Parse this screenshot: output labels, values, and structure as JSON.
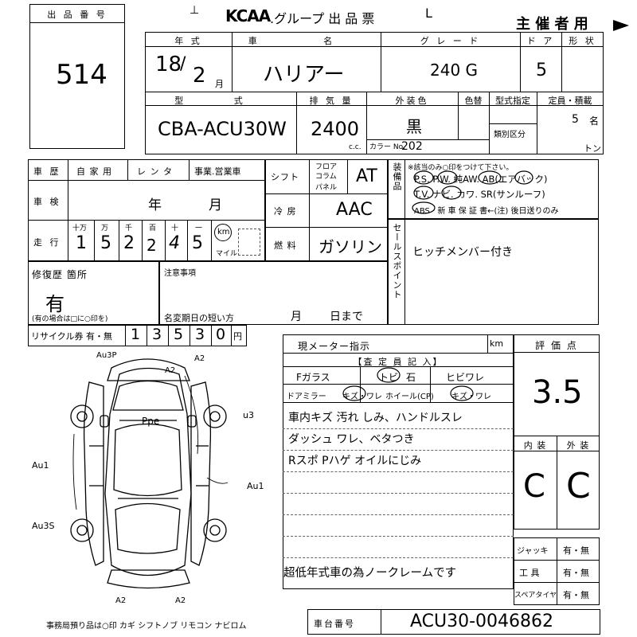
{
  "header": {
    "lot_label": "出 品 番 号",
    "lot_number": "514",
    "brand": "KCAA",
    "group_title": ".グループ 出 品 票",
    "organizer": "主 催 者 用",
    "corner_mark": "L"
  },
  "vehicle": {
    "year_label": "年 式",
    "year": "18",
    "month": "2",
    "month_unit": "月",
    "name_label": "車 名",
    "name": "ハリアー",
    "grade_label": "グ レ ー ド",
    "grade": "240 G",
    "doors_label": "ド ア",
    "doors": "5",
    "body_label": "形 状",
    "model_label": "型 式",
    "model": "CBA-ACU30W",
    "disp_label": "排 気 量",
    "displacement": "2400",
    "cc": "c.c.",
    "ext_color_label": "外装色",
    "ext_color": "黒",
    "color_change_label": "色替",
    "color_no_label": "カラー No.",
    "color_no": "202",
    "type_spec_label": "型式指定",
    "category_label": "類別区分",
    "capacity_label": "定員・積載",
    "capacity": "5",
    "capacity_unit": "名",
    "ton_unit": "トン"
  },
  "history": {
    "label": "車 歴",
    "options": [
      "自 家 用",
      "レ ン タ",
      "事業.営業車"
    ],
    "inspection_label": "車 検",
    "inspection_year_unit": "年",
    "inspection_month_unit": "月",
    "mileage_label": "走 行",
    "mileage_units": [
      "十万",
      "万",
      "千",
      "百",
      "十",
      "一"
    ],
    "mileage_digits": [
      "1",
      "5",
      "2",
      "2",
      "4",
      "5"
    ],
    "km_label": "km",
    "mile_label": "マイル"
  },
  "drive": {
    "shift_label": "シフト",
    "shift_positions": [
      "フロア",
      "コラム",
      "パネル"
    ],
    "shift": "AT",
    "ac_label": "冷 房",
    "ac": "AAC",
    "fuel_label": "燃 料",
    "fuel": "ガソリン"
  },
  "equipment": {
    "label": "装備品",
    "note": "※該当のみ○印をつけて下さい。",
    "row1": "P.S. P.W. 純AW. AB(エアバック)",
    "row2": "T.V. ナビ. カワ. SR(サンルーフ)",
    "row3": "ABS · 新 車 保 証 書←(注) 後日送りのみ"
  },
  "sales": {
    "label": "セールスポイント",
    "text": "ヒッチメンバー付き"
  },
  "repair": {
    "label": "修復歴 箇所",
    "value": "有",
    "note": "(有の場合は□に○印を)",
    "notes_label": "注意事項",
    "name_change_label": "名変期日の短い方",
    "month_unit": "月",
    "day_unit": "日まで"
  },
  "recycle": {
    "label": "リサイクル券 有・無",
    "digits": [
      "1",
      "3",
      "5",
      "3",
      "0"
    ],
    "unit": "円"
  },
  "inspection": {
    "meter_label": "現メーター指示",
    "meter_unit": "km",
    "check_title": "【査 定 員 記 入】",
    "row1": [
      "Fガラス",
      "トビ",
      "石",
      "ヒビワレ"
    ],
    "row2": [
      "ドアミラー",
      "キズ・ワレ",
      "ホイール(CP)",
      "キズ・ワレ"
    ],
    "remarks": [
      "車内キズ 汚れ しみ、ハンドルスレ",
      "ダッシュ ワレ、ベタつき",
      "Rスポ Pハゲ オイルにじみ",
      "",
      "",
      "",
      "",
      "超低年式車の為ノークレームです"
    ]
  },
  "grade_box": {
    "score_label": "評 価 点",
    "score": "3.5",
    "interior_label": "内 装",
    "exterior_label": "外 装",
    "interior": "C",
    "exterior": "C"
  },
  "extras": {
    "jack_label": "ジャッキ",
    "tools_label": "工 具",
    "spare_label": "スペアタイヤ",
    "choice": "有・無"
  },
  "footer": {
    "office_note": "事務局預り品は○印 カギ シフトノブ リモコン ナビロム",
    "chassis_label": "車台番号",
    "chassis_number": "ACU30-0046862"
  },
  "diagram": {
    "marks": [
      "Au3P",
      "A2",
      "A2",
      "Ppe",
      "u3",
      "Au1",
      "Au1",
      "Au3S",
      "A2",
      "A2"
    ]
  }
}
